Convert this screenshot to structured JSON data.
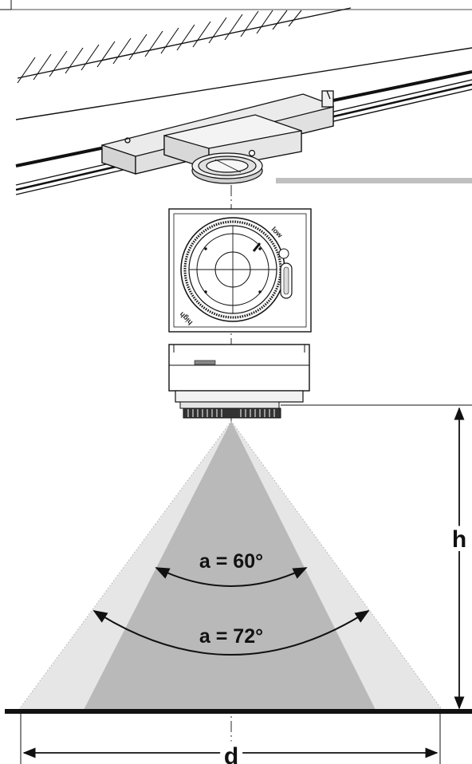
{
  "diagram": {
    "angle_inner_label": "a = 60°",
    "angle_outer_label": "a = 72°",
    "height_label": "h",
    "diameter_label": "d",
    "dial_low_label": "low",
    "dial_high_label": "high"
  },
  "colors": {
    "cone_inner": "#b9b9b9",
    "cone_outer": "#e6e6e6",
    "line": "#111111",
    "projection_bar": "#c0c0c0"
  }
}
